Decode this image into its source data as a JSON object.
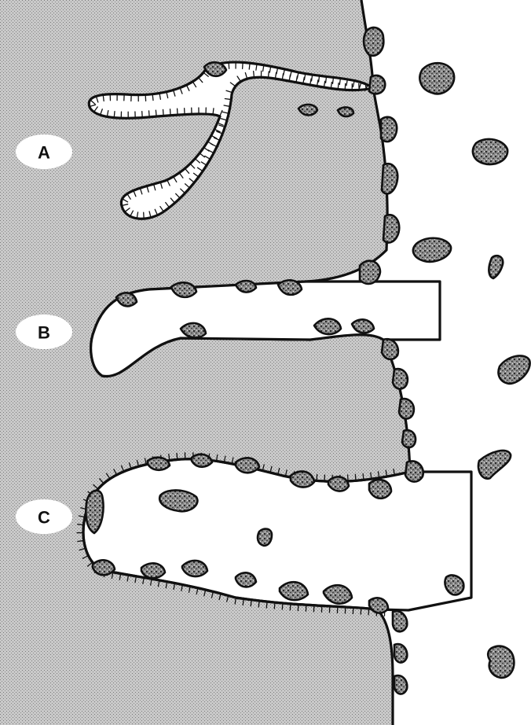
{
  "labels": {
    "a": "A",
    "b": "B",
    "c": "C"
  },
  "colors": {
    "tissue": "#c8c8c8",
    "ink": "#111111",
    "background": "#ffffff"
  }
}
